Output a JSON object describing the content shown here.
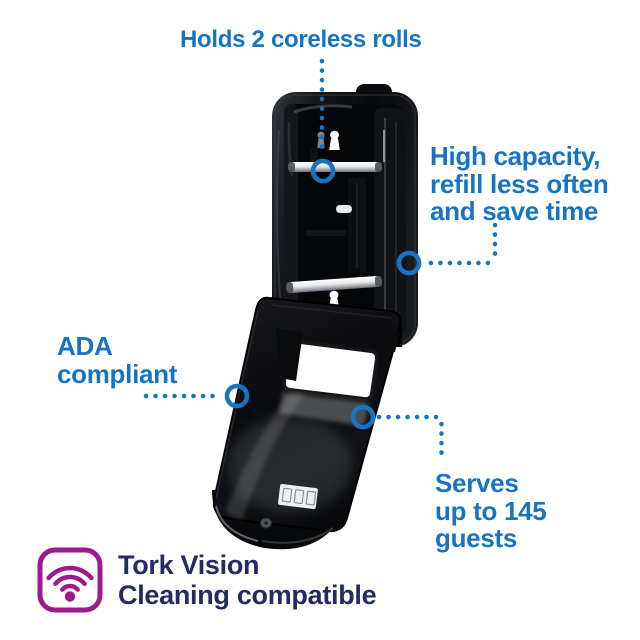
{
  "colors": {
    "callout_blue": "#1774C4",
    "navy": "#232B60",
    "magenta": "#9C1A8C",
    "product_black": "#0B0C0F",
    "chrome": "#D9DBDE",
    "background": "#FFFFFF"
  },
  "callouts": {
    "holds": {
      "text": "Holds 2 coreless rolls"
    },
    "capacity": {
      "lines": [
        "High capacity,",
        "refill less often",
        "and save time"
      ]
    },
    "ada": {
      "lines": [
        "ADA",
        "compliant"
      ]
    },
    "serves": {
      "lines": [
        "Serves",
        "up to 145",
        "guests"
      ]
    }
  },
  "footer": {
    "icon": "wifi-icon",
    "lines": [
      "Tork Vision",
      "Cleaning compatible"
    ]
  }
}
